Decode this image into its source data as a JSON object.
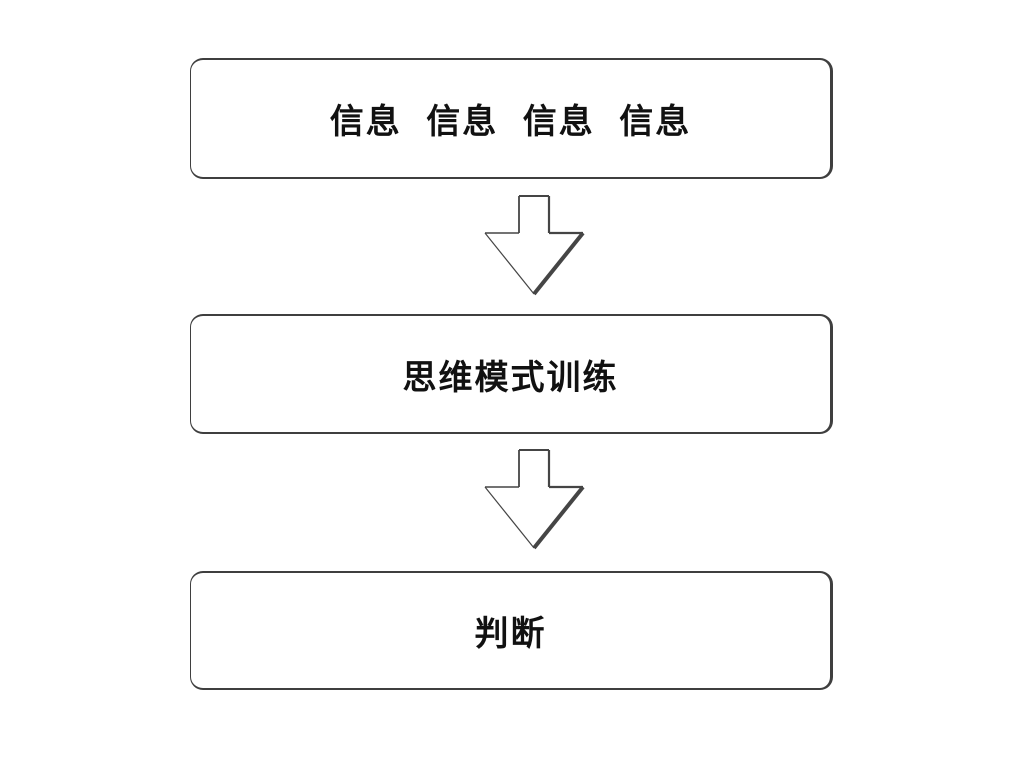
{
  "diagram": {
    "title": "thinking-process-flowchart",
    "background_color": "#ffffff",
    "box_border_color": "#3f3f3f",
    "text_color": "#111111",
    "nodes": [
      {
        "id": "information",
        "label": "信息 信息 信息 信息"
      },
      {
        "id": "training",
        "label": "思维模式训练"
      },
      {
        "id": "judgment",
        "label": "判断"
      }
    ],
    "connectors": [
      {
        "from": "information",
        "to": "training",
        "icon": "down-block-arrow-icon"
      },
      {
        "from": "training",
        "to": "judgment",
        "icon": "down-block-arrow-icon"
      }
    ]
  }
}
